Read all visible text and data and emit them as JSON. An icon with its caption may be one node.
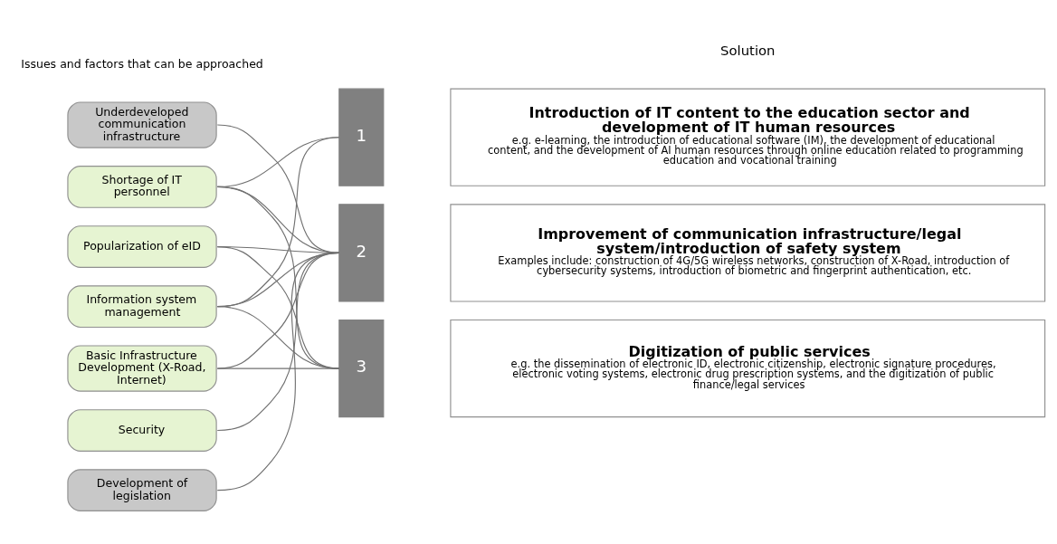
{
  "diagram": {
    "nodes": [
      {
        "text": [
          "Underdeveloped communication infrastructure"
        ]
      },
      {
        "text": [
          "Shortage of IT personnel"
        ]
      },
      {
        "text": [
          "Popularization of eID"
        ]
      },
      {
        "text": [
          "Information system management"
        ]
      },
      {
        "text": [
          "Basic Infrastructure Development (X-Road, Internet)"
        ]
      },
      {
        "text": [
          "Security"
        ]
      },
      {
        "text": [
          "Development of legislation"
        ]
      },
      {
        "text": [
          "1"
        ]
      },
      {
        "text": [
          "Introduction of IT content to the education sector and development of IT human resources",
          "e.g. e-learning, the introduction of educational software (IM), the development of educational content, and the development of AI human resources through online education related to programming education and vocational training"
        ]
      },
      {
        "text": [
          "2"
        ]
      },
      {
        "text": [
          "Improvement of communication infrastructure/legal system/introduction of safety system",
          "Examples include: construction of 4G/5G wireless networks, construction of X-Road, introduction of cybersecurity systems, introduction of biometric and fingerprint authentication, etc."
        ]
      },
      {
        "text": [
          "3"
        ]
      },
      {
        "text": [
          "Digitization of public services",
          "e.g. the dissemination of electronic ID, electronic citizenship, electronic signature procedures, electronic voting systems, electronic drug prescription systems, and the digitization of public finance/legal services"
        ]
      }
    ],
    "edges": [
      {
        "from": 0,
        "to": 9,
        "arrow": "none"
      },
      {
        "from": 1,
        "to": 7,
        "arrow": "none"
      },
      {
        "from": 1,
        "to": 9,
        "arrow": "none"
      },
      {
        "from": 1,
        "to": 11,
        "arrow": "none"
      },
      {
        "from": 2,
        "to": 9,
        "arrow": "none"
      },
      {
        "from": 2,
        "to": 11,
        "arrow": "none"
      },
      {
        "from": 3,
        "to": 7,
        "arrow": "none"
      },
      {
        "from": 3,
        "to": 9,
        "arrow": "none"
      },
      {
        "from": 3,
        "to": 11,
        "arrow": "none"
      },
      {
        "from": 4,
        "to": 9,
        "arrow": "none"
      },
      {
        "from": 4,
        "to": 11,
        "arrow": "none"
      },
      {
        "from": 5,
        "to": 9,
        "arrow": "none"
      },
      {
        "from": 6,
        "to": 9,
        "arrow": "none"
      }
    ],
    "labels": [
      "Issues and factors that can be approached",
      "Solution"
    ]
  }
}
